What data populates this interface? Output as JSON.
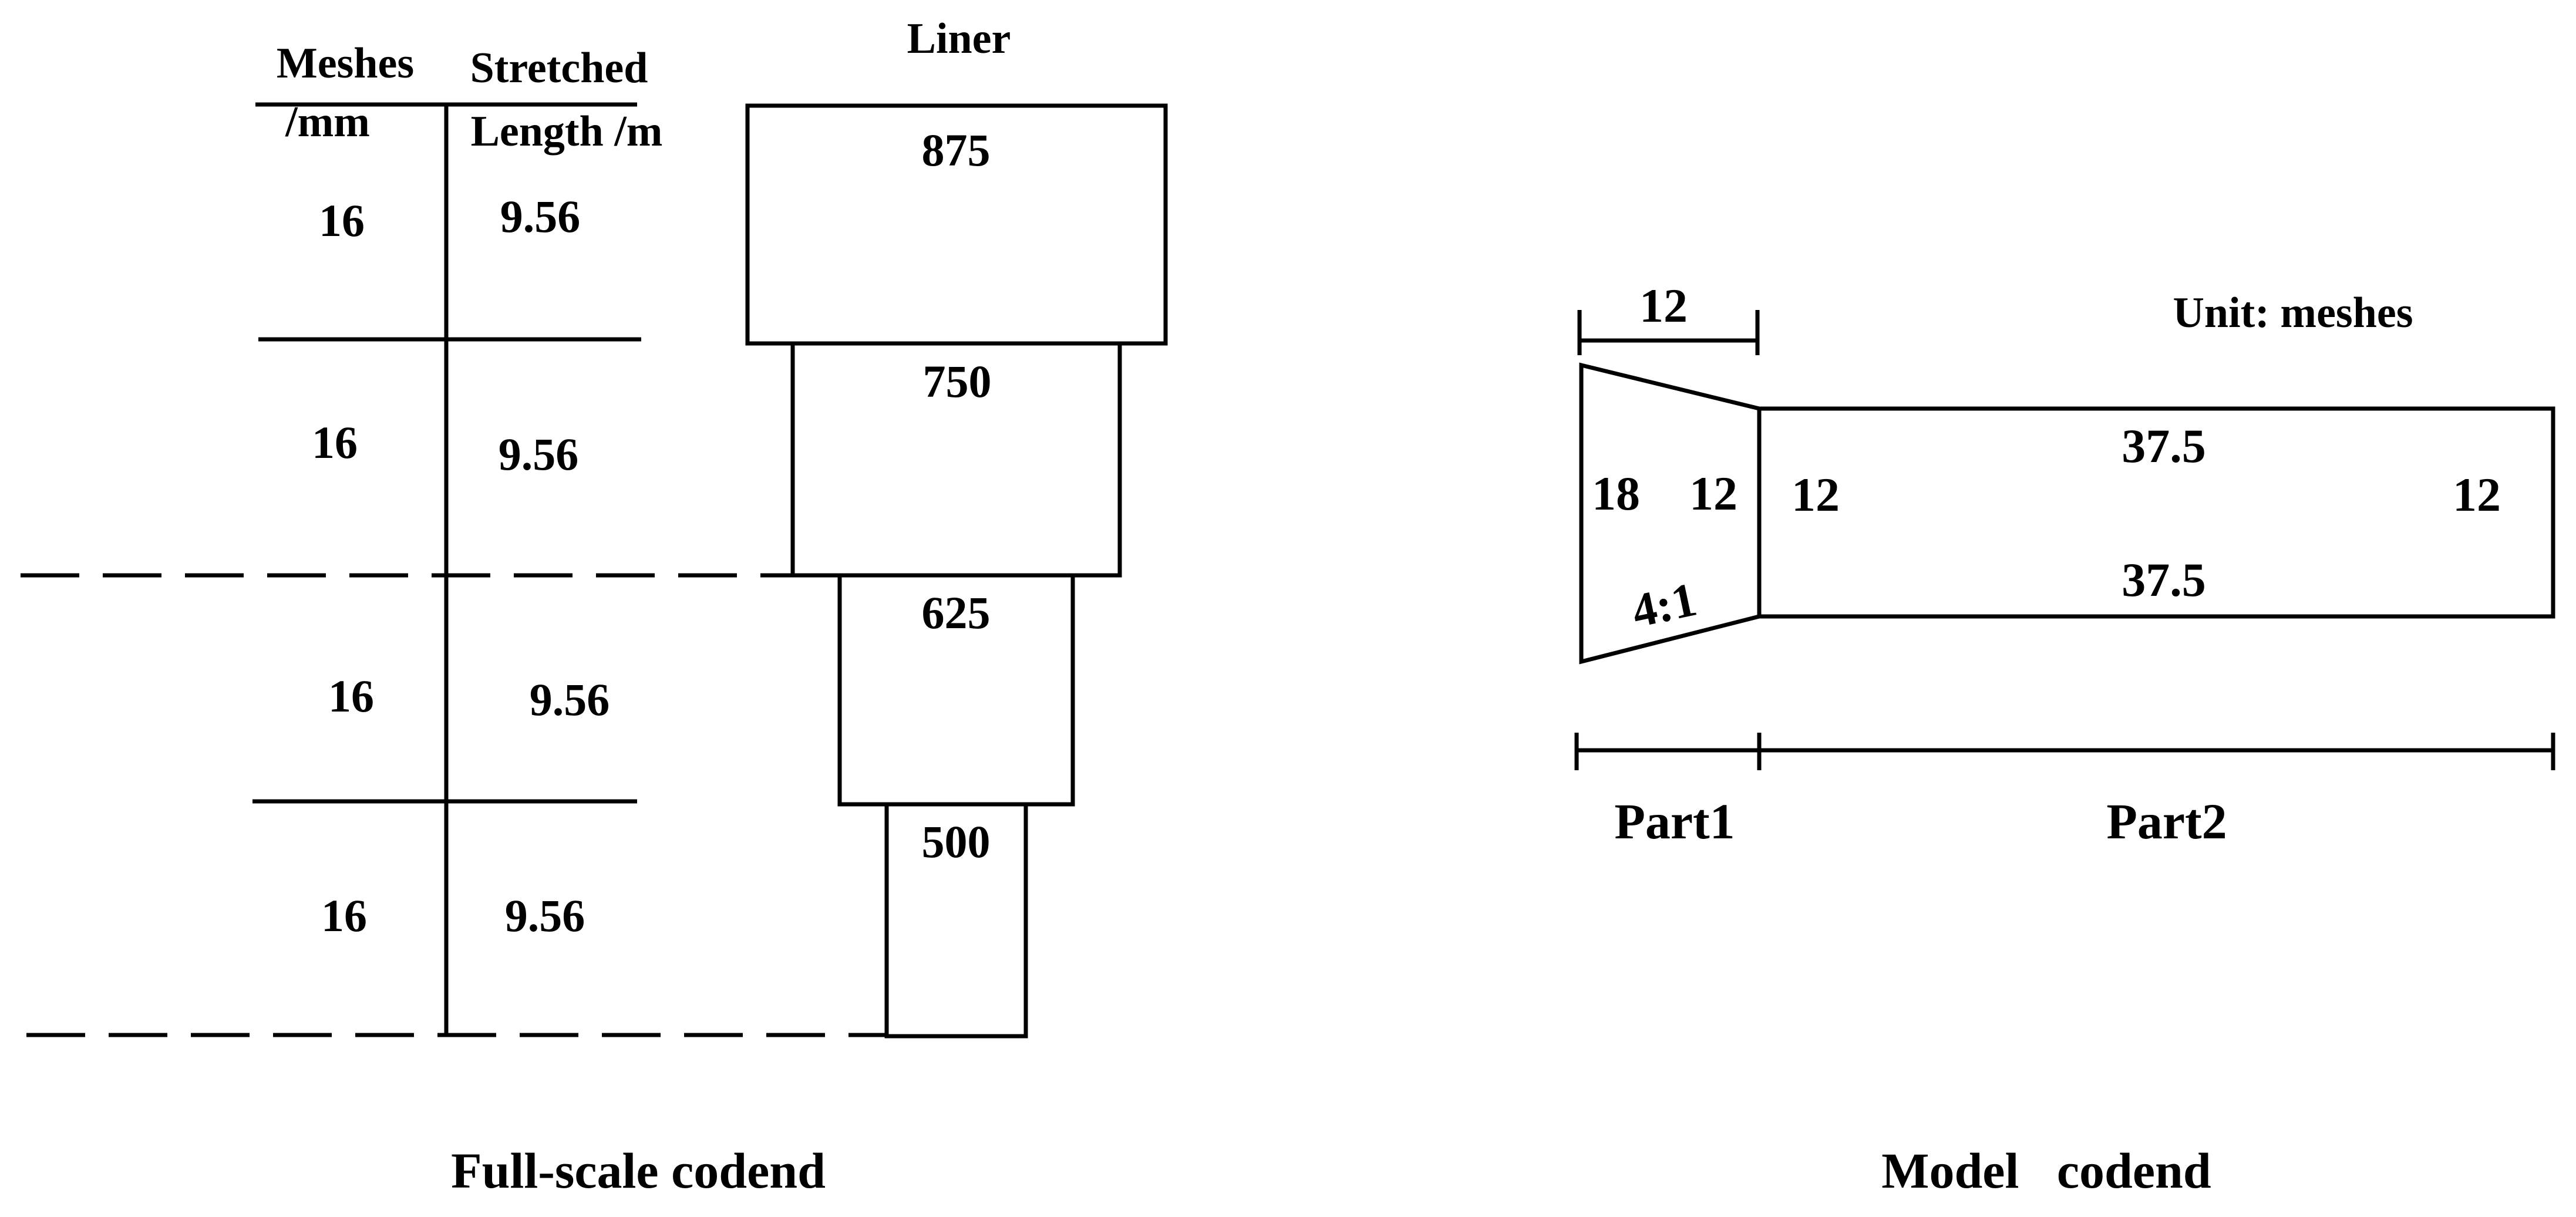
{
  "full_scale": {
    "header": {
      "meshes_line1": "Meshes",
      "meshes_line2": "/mm",
      "stretched_line1": "Stretched",
      "stretched_line2": "Length /m",
      "liner": "Liner"
    },
    "rows": [
      {
        "meshes": "16",
        "length": "9.56",
        "liner": "875"
      },
      {
        "meshes": "16",
        "length": "9.56",
        "liner": "750"
      },
      {
        "meshes": "16",
        "length": "9.56",
        "liner": "625"
      },
      {
        "meshes": "16",
        "length": "9.56",
        "liner": "500"
      }
    ],
    "caption": "Full-scale codend"
  },
  "model": {
    "unit_label": "Unit: meshes",
    "part1": {
      "top_width": "12",
      "left_height": "18",
      "right_height": "12",
      "taper": "4:1",
      "label": "Part1"
    },
    "part2": {
      "left_height": "12",
      "right_height": "12",
      "top_length": "37.5",
      "bottom_length": "37.5",
      "label": "Part2"
    },
    "caption": "Model   codend"
  },
  "colors": {
    "ink": "#000000",
    "background": "#ffffff"
  }
}
